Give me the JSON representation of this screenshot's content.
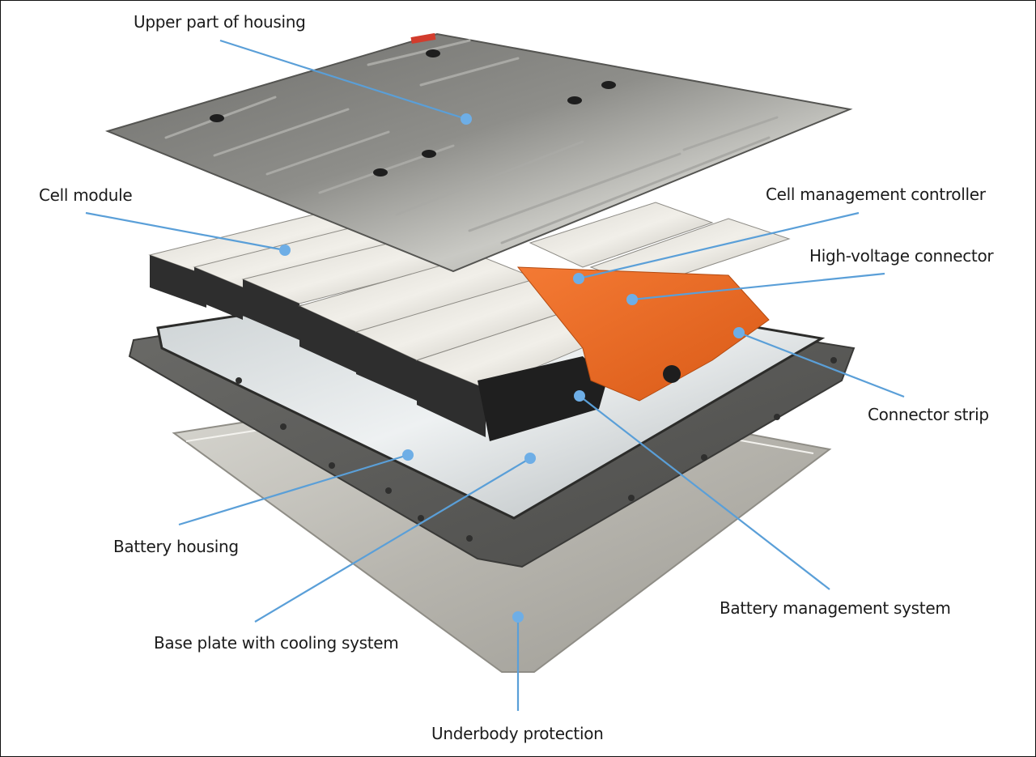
{
  "diagram": {
    "subject": "Exploded view of electric vehicle battery system",
    "accent_color": "#5a9fd8",
    "components_orange_color": "#ee6a22",
    "labels": {
      "upper_housing": "Upper part of housing",
      "cell_module": "Cell module",
      "cell_mgmt_controller": "Cell management controller",
      "hv_connector": "High-voltage connector",
      "connector_strip": "Connector strip",
      "battery_housing": "Battery housing",
      "base_plate": "Base plate with cooling system",
      "bms": "Battery management system",
      "underbody": "Underbody protection"
    }
  }
}
